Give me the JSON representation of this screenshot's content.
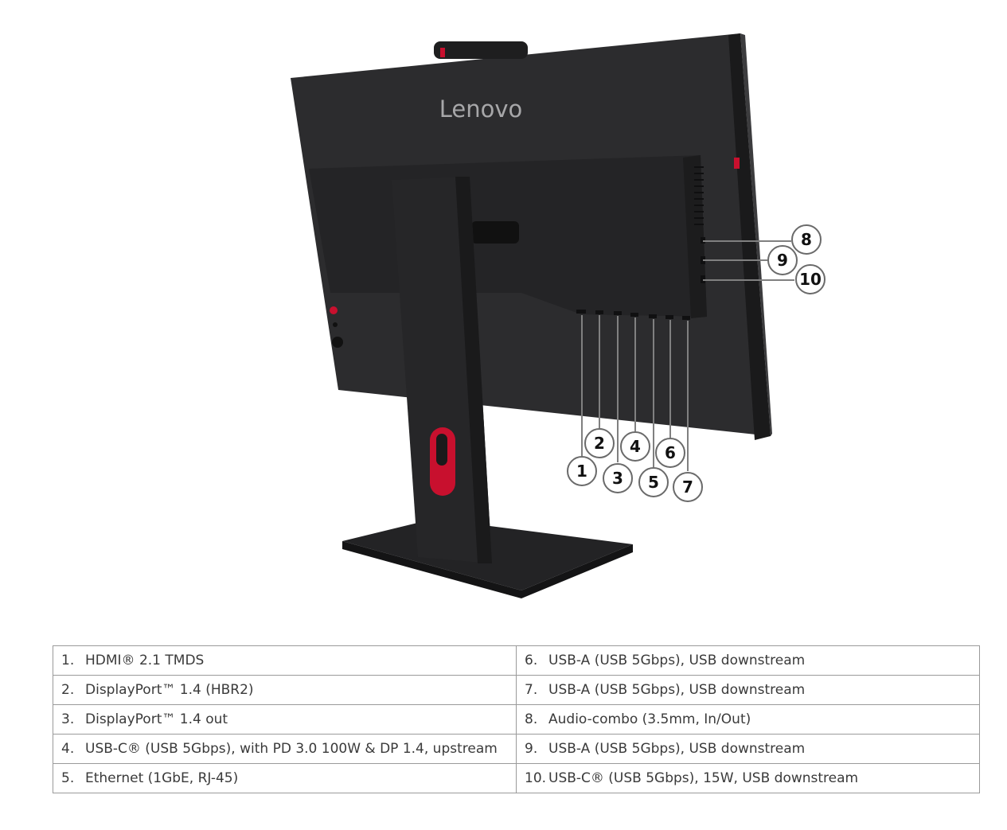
{
  "logo_text": "Lenovo",
  "callouts": [
    "1",
    "2",
    "3",
    "4",
    "5",
    "6",
    "7",
    "8",
    "9",
    "10"
  ],
  "ports_left": [
    {
      "num": "1.",
      "label": "HDMI® 2.1 TMDS"
    },
    {
      "num": "2.",
      "label": "DisplayPort™ 1.4 (HBR2)"
    },
    {
      "num": "3.",
      "label": "DisplayPort™ 1.4 out"
    },
    {
      "num": "4.",
      "label": "USB-C® (USB 5Gbps), with PD 3.0 100W & DP 1.4, upstream"
    },
    {
      "num": "5.",
      "label": "Ethernet (1GbE, RJ-45)"
    }
  ],
  "ports_right": [
    {
      "num": "6.",
      "label": "USB-A (USB 5Gbps), USB downstream"
    },
    {
      "num": "7.",
      "label": "USB-A (USB 5Gbps), USB downstream"
    },
    {
      "num": "8.",
      "label": "Audio-combo (3.5mm, In/Out)"
    },
    {
      "num": "9.",
      "label": "USB-A (USB 5Gbps), USB downstream"
    },
    {
      "num": "10.",
      "label": "USB-C® (USB 5Gbps), 15W, USB downstream"
    }
  ],
  "colors": {
    "body": "#2a2a2c",
    "accent_red": "#c8102e",
    "callout_stroke": "#6a6a6a"
  }
}
